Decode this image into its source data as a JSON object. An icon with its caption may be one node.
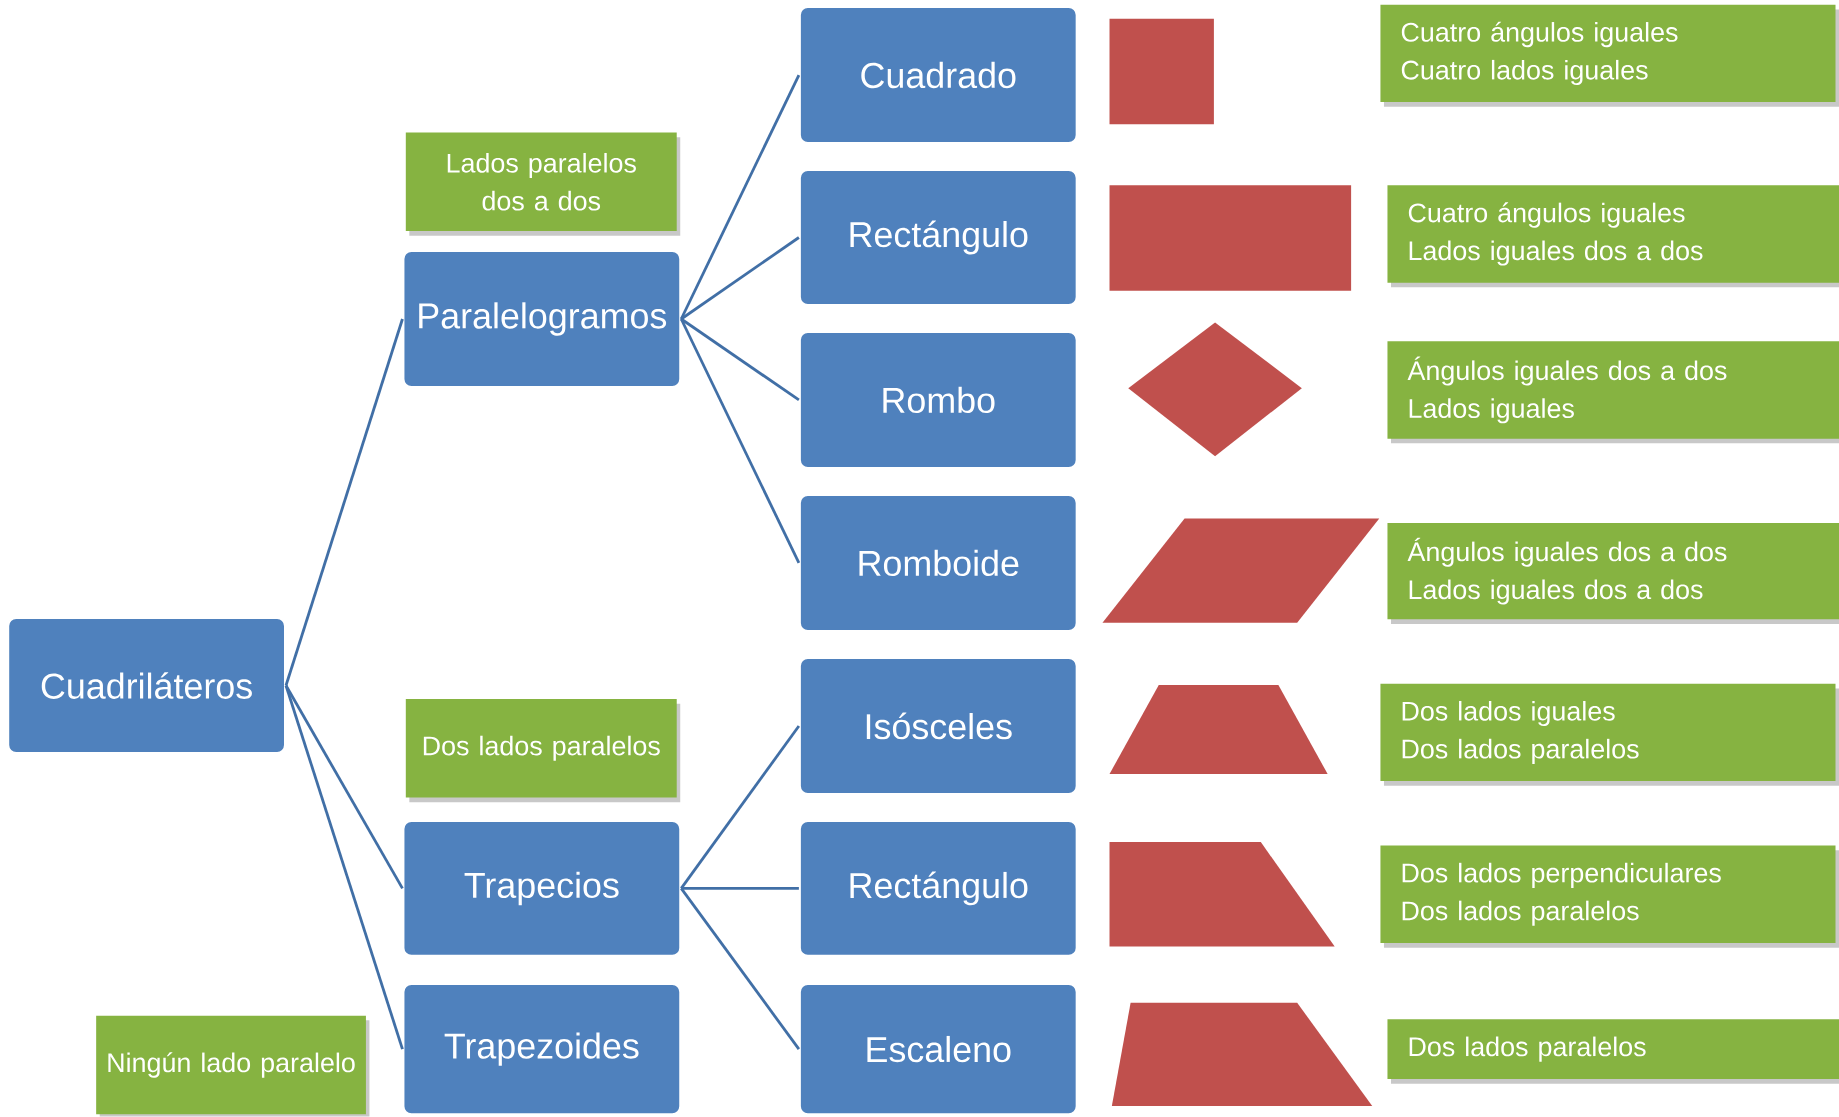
{
  "diagram": {
    "nodes": [
      {
        "text": [
          "Cuadriláteros"
        ]
      },
      {
        "text": [
          "Lados paralelos dos a dos"
        ]
      },
      {
        "text": [
          "Paralelogramos"
        ]
      },
      {
        "text": [
          "Dos lados paralelos"
        ]
      },
      {
        "text": [
          "Trapecios"
        ]
      },
      {
        "text": [
          "Ningún lado paralelo"
        ]
      },
      {
        "text": [
          "Trapezoides"
        ]
      },
      {
        "text": [
          "Cuadrado"
        ]
      },
      {
        "text": [
          "Rectángulo"
        ]
      },
      {
        "text": [
          "Rombo"
        ]
      },
      {
        "text": [
          "Romboide"
        ]
      },
      {
        "text": [
          "Isósceles"
        ]
      },
      {
        "text": [
          "Rectángulo"
        ]
      },
      {
        "text": [
          "Escaleno"
        ]
      },
      {
        "text": [
          "Cuatro ángulos iguales",
          "Cuatro lados iguales"
        ]
      },
      {
        "text": [
          "Cuatro ángulos iguales",
          "Lados iguales dos a dos"
        ]
      },
      {
        "text": [
          "Ángulos iguales dos a dos",
          "Lados iguales"
        ]
      },
      {
        "text": [
          "Ángulos iguales dos a dos",
          "Lados iguales dos a dos"
        ]
      },
      {
        "text": [
          "Dos lados iguales",
          "Dos lados paralelos"
        ]
      },
      {
        "text": [
          "Dos lados perpendiculares",
          "Dos lados paralelos"
        ]
      },
      {
        "text": [
          "Dos lados paralelos"
        ]
      }
    ],
    "edges": [
      {
        "from": 0,
        "to": 2,
        "arrow": "none"
      },
      {
        "from": 0,
        "to": 4,
        "arrow": "none"
      },
      {
        "from": 0,
        "to": 6,
        "arrow": "none"
      },
      {
        "from": 2,
        "to": 7,
        "arrow": "none"
      },
      {
        "from": 2,
        "to": 8,
        "arrow": "none"
      },
      {
        "from": 2,
        "to": 9,
        "arrow": "none"
      },
      {
        "from": 2,
        "to": 10,
        "arrow": "none"
      },
      {
        "from": 4,
        "to": 11,
        "arrow": "none"
      },
      {
        "from": 4,
        "to": 12,
        "arrow": "none"
      },
      {
        "from": 4,
        "to": 13,
        "arrow": "none"
      }
    ]
  }
}
